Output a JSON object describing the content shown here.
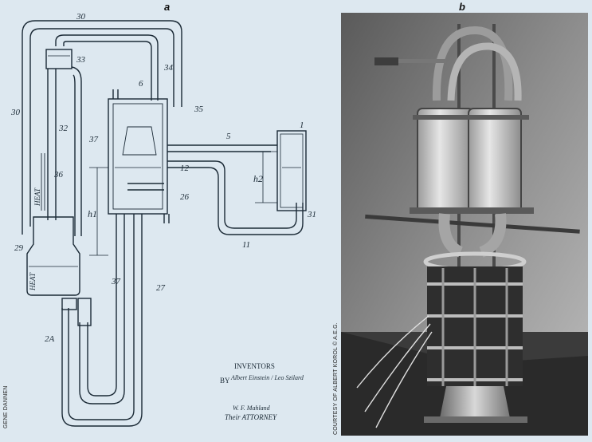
{
  "panels": {
    "left_label": "a",
    "right_label": "b"
  },
  "credits": {
    "left": "GENE DANNEN",
    "right": "COURTESY OF ALBERT KOROL © A.E.G."
  },
  "patent": {
    "part_numbers": [
      "30",
      "33",
      "34",
      "6",
      "35",
      "30",
      "32",
      "37",
      "1",
      "5",
      "36",
      "12",
      "26",
      "31",
      "11",
      "29",
      "37",
      "27",
      "2A"
    ],
    "heat_upper": "HEAT",
    "heat_lower": "HEAT",
    "h1_label": "h1",
    "h2_label": "h2",
    "inventors_heading": "INVENTORS",
    "inventor_names": "Albert Einstein / Leo Szilard",
    "by_label": "BY",
    "attorney_label": "Their ATTORNEY",
    "attorney_signature": "W. F. Mahland"
  },
  "colors": {
    "background": "#dde8f0",
    "ink": "#1b2a36",
    "photo_dark": "#2a2a2a"
  }
}
